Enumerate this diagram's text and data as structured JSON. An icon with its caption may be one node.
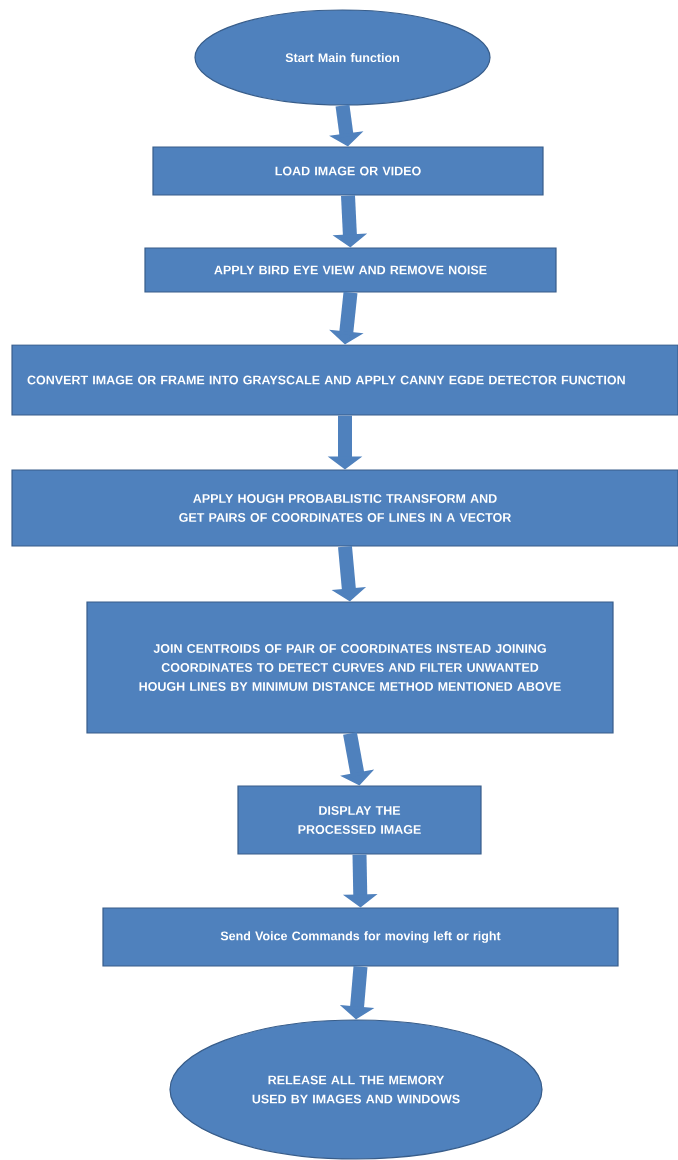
{
  "diagram": {
    "nodes": [
      {
        "text": [
          "Start Main function"
        ]
      },
      {
        "text": [
          "LOAD IMAGE OR VIDEO"
        ]
      },
      {
        "text": [
          "APPLY BIRD EYE VIEW AND REMOVE NOISE"
        ]
      },
      {
        "text": [
          "CONVERT IMAGE OR FRAME INTO GRAYSCALE AND APPLY CANNY EGDE DETECTOR FUNCTION"
        ]
      },
      {
        "text": [
          "APPLY HOUGH PROBABLISTIC TRANSFORM AND GET PAIRS OF COORDINATES OF LINES IN A VECTOR"
        ]
      },
      {
        "text": [
          "JOIN CENTROIDS OF PAIR OF COORDINATES INSTEAD JOINING COORDINATES TO DETECT CURVES AND FILTER UNWANTED HOUGH LINES BY MINIMUM DISTANCE METHOD MENTIONED ABOVE"
        ]
      },
      {
        "text": [
          "DISPLAY THE PROCESSED IMAGE"
        ]
      },
      {
        "text": [
          "Send Voice Commands for moving left or right"
        ]
      },
      {
        "text": [
          "RELEASE ALL THE MEMORY USED BY IMAGES AND WINDOWS"
        ]
      }
    ],
    "edges": [
      {
        "from": 0,
        "to": 1,
        "arrow": "to"
      },
      {
        "from": 1,
        "to": 2,
        "arrow": "to"
      },
      {
        "from": 2,
        "to": 3,
        "arrow": "to"
      },
      {
        "from": 3,
        "to": 4,
        "arrow": "to"
      },
      {
        "from": 4,
        "to": 5,
        "arrow": "to"
      },
      {
        "from": 5,
        "to": 6,
        "arrow": "to"
      },
      {
        "from": 6,
        "to": 7,
        "arrow": "to"
      },
      {
        "from": 7,
        "to": 8,
        "arrow": "to"
      }
    ]
  }
}
